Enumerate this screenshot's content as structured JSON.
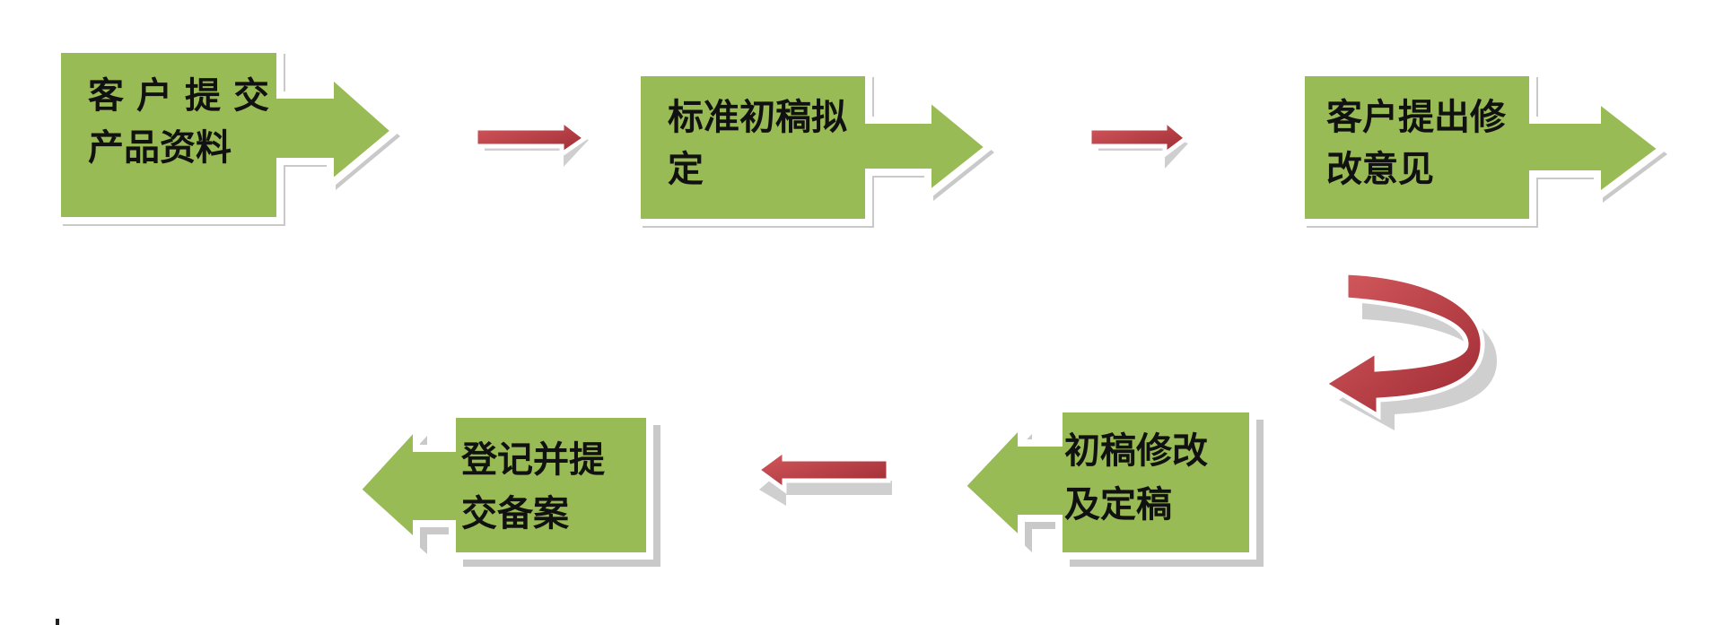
{
  "steps": [
    {
      "id": "submit-materials",
      "line1": "客户提交",
      "line2": "产品资料"
    },
    {
      "id": "draft-standard",
      "line1": "标准初稿拟",
      "line2": "定"
    },
    {
      "id": "client-feedback",
      "line1": "客户提出修",
      "line2": "改意见"
    },
    {
      "id": "revise-finalize",
      "line1": "初稿修改",
      "line2": "及定稿"
    },
    {
      "id": "register-file",
      "line1": "登记并提",
      "line2": "交备案"
    }
  ],
  "colors": {
    "box_fill": "#99bb55",
    "box_border": "#ffffff",
    "arrow_red": "#c0444a",
    "shadow": "#c9c9c9"
  }
}
